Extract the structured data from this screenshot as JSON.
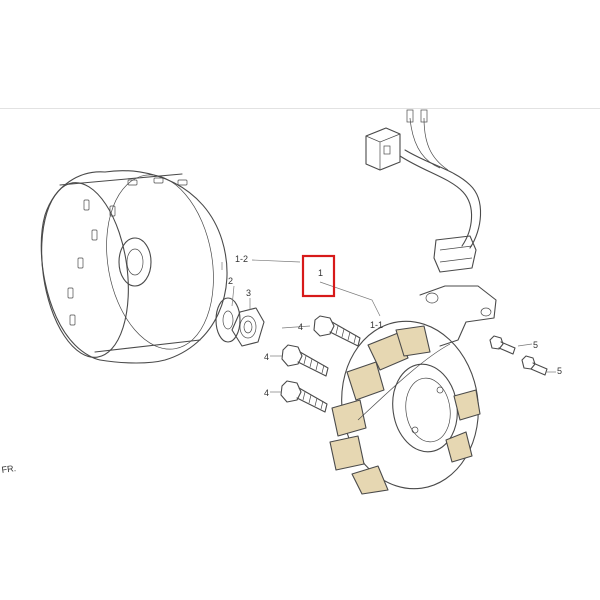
{
  "labels": {
    "assembly": "1",
    "rotor": "1-2",
    "stator": "1-1",
    "washer": "2",
    "nut": "3",
    "bolt_a": "4",
    "bolt_b": "4",
    "bolt_c": "4",
    "screw_a": "5",
    "screw_b": "5",
    "front": "FR."
  },
  "colors": {
    "line": "#4a4a4a",
    "coil": "#e6d7b2",
    "highlight": "#d71a1a",
    "paper": "#ffffff"
  }
}
